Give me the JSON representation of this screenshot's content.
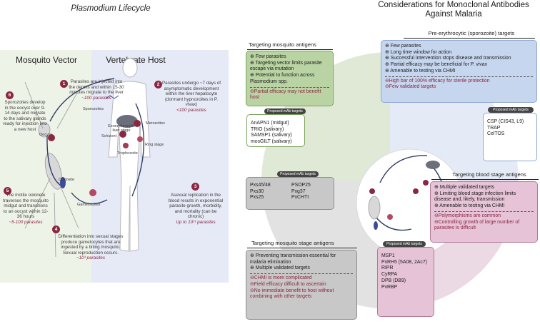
{
  "lifecycle": {
    "title": "Plasmodium Lifecycle",
    "vector_header": "Mosquito Vector",
    "host_header": "Vertebrate Host",
    "steps": [
      {
        "num": "1",
        "text": "Parasites are injected into the dermis and within 15-30 minutes migrate to the liver",
        "count": "~100 parasites"
      },
      {
        "num": "2",
        "text": "Parasites undergo ~7 days of asymptomatic development within the liver hepatocyte (dormant hypnozoites in P. vivax)",
        "count": "<100 parasites"
      },
      {
        "num": "3",
        "text": "Asexual replication in the blood results in exponential parasite growth, morbidity, and mortality (can be chronic)",
        "count": "Up to 10¹¹ parasites"
      },
      {
        "num": "4",
        "text": "Differentiation into sexual stages produce gametocytes that are ingested by a biting mosquito. Sexual reproduction occurs.",
        "count": "~10³ parasites"
      },
      {
        "num": "5",
        "text": "The motile ookinete traverses the mosquito midgut and transitions to an oocyst within 12-36 hours",
        "count": "~5-100 parasites"
      },
      {
        "num": "6",
        "text": "Sporozoites develop in the oocyst over 9-14 days and migrate to the salivary glands ready for injection into a new host",
        "count": ""
      }
    ],
    "labels": {
      "sporozoites": "Sporozoites",
      "exoerythrocytic": "Exoerythrocytic liver stage",
      "merozoites": "Merozoites",
      "schizont": "Schizont",
      "ring_stage": "Ring stage",
      "trophozoite": "Trophozoite",
      "gametocytes": "Gametocytes",
      "ookinete": "Ookinete",
      "oocyst": "Oocyst"
    }
  },
  "considerations": {
    "title": "Considerations for Monoclonal Antibodies Against Malaria",
    "pre_erythrocytic": {
      "header": "Pre-erythrocytic (sporozoite) targets",
      "pros": [
        "⊕ Few parasites",
        "⊕ Long time window for action",
        "⊕ Successful intervention stops disease and transmission",
        "⊕ Partial efficacy may be beneficial for P. vivax",
        "⊕ Amenable to testing via CHMI"
      ],
      "cons": [
        "⊖High bar of 100% efficacy for sterile protection",
        "⊖Few validated targets"
      ],
      "tag": "Proposed mAb targets",
      "targets": [
        "CSP (CIS43, L9)",
        "TRAP",
        "CelTOS"
      ]
    },
    "mosquito_antigens": {
      "header": "Targeting mosquito antigens",
      "pros": [
        "⊕ Few parasites",
        "⊕ Targeting vector limits parasite escape via mutation",
        "⊕ Potential to function across Plasmodium spp."
      ],
      "cons": [
        "⊖Partial efficacy may not benefit host"
      ],
      "tag": "Proposed mAb targets",
      "targets": [
        "AnAPN1 (midgut)",
        "TRIO (salivary)",
        "SAMSP1 (salivary)",
        "mosGILT (salivary)"
      ]
    },
    "blood_stage": {
      "header": "Targeting blood stage antigens",
      "pros": [
        "⊕ Multiple validated targets",
        "⊕ Limiting blood stage infection limits disease and, likely, transmission",
        "⊕ Amenable to testing via CHMI"
      ],
      "cons": [
        "⊖Polymorphisms are common",
        "⊖Controlling growth of large number of parasites is difficult"
      ],
      "tag": "Proposed mAb targets",
      "targets": [
        "MSP1",
        "PxRH5 (5A08, 2Ac7)",
        "RIPR",
        "CyRPA",
        "DPB (DB9)",
        "PvRBP"
      ]
    },
    "mosquito_stage": {
      "header": "Targeting mosquito stage antigens",
      "pros": [
        "⊕ Preventing transmission essential for malaria elimination",
        "⊕ Multiple validated targets"
      ],
      "cons": [
        "⊖CHMI is more complicated",
        "⊖Field efficacy difficult to ascertain",
        "⊖No immediate benefit to host without combining with other targets"
      ],
      "tag": "Proposed mAb targets",
      "targets_col1": [
        "Pxs45/48",
        "Pxs30",
        "Pxs25"
      ],
      "targets_col2": [
        "PSOP25",
        "Pxg37",
        "PxCHTI"
      ]
    }
  },
  "colors": {
    "accent": "#8b2742",
    "green_box": "#b9d3a3",
    "blue_box": "#c6d6ee",
    "pink_box": "#e6c3d7",
    "grey_box": "#c8c8c8"
  }
}
